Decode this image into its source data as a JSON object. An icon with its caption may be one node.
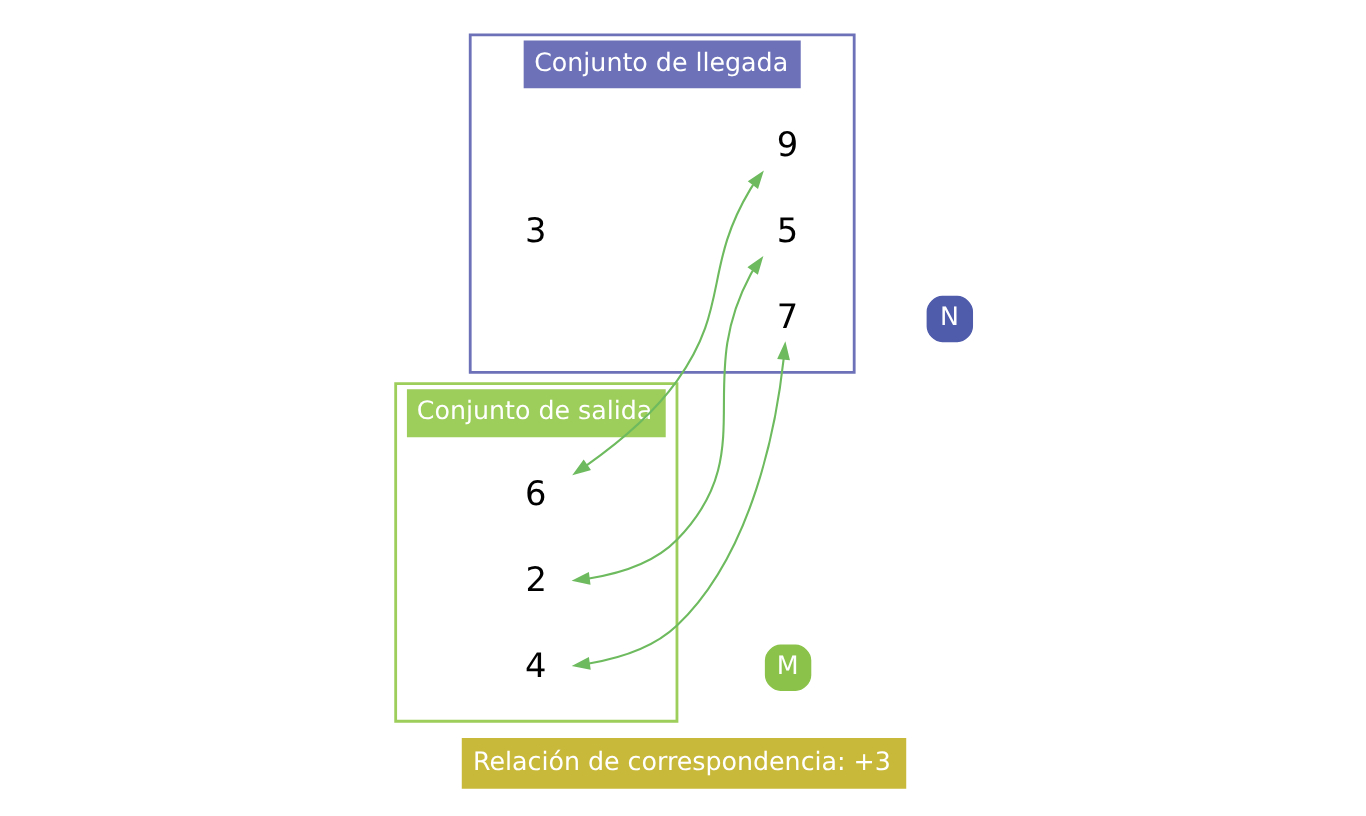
{
  "diagram": {
    "caption": "Relación de correspondencia: +3",
    "nodes": [
      {
        "text": [
          "Conjunto de salida"
        ]
      },
      {
        "text": [
          "M"
        ]
      },
      {
        "text": [
          "2"
        ],
        "in": 0
      },
      {
        "text": [
          "4"
        ],
        "in": 0
      },
      {
        "text": [
          "6"
        ],
        "in": 0
      },
      {
        "text": [
          "Conjunto de llegada"
        ]
      },
      {
        "text": [
          "3"
        ],
        "in": 5
      },
      {
        "text": [
          "5"
        ],
        "in": 5
      },
      {
        "text": [
          "7"
        ],
        "in": 5
      },
      {
        "text": [
          "9"
        ],
        "in": 5
      },
      {
        "text": [
          "N"
        ]
      }
    ],
    "edges": [
      {
        "from": 2,
        "to": 7,
        "arrow": "both"
      },
      {
        "from": 3,
        "to": 8,
        "arrow": "both"
      },
      {
        "from": 4,
        "to": 9,
        "arrow": "both"
      }
    ]
  }
}
